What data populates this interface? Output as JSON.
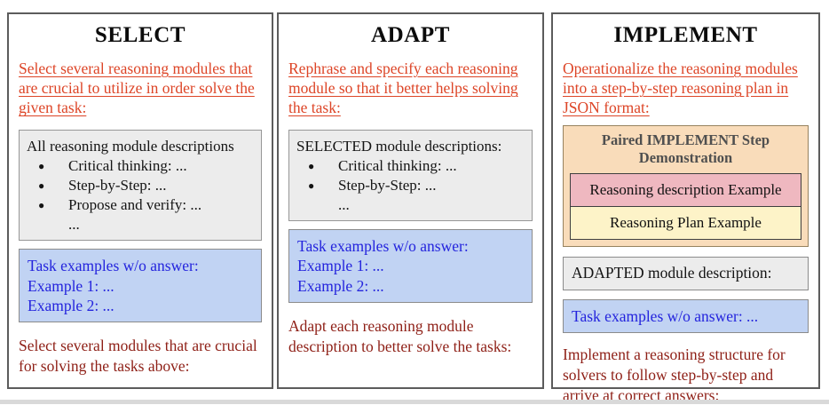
{
  "colors": {
    "panel_border": "#5c5c5c",
    "instruction_red": "#dd4527",
    "footer_maroon": "#8e1f16",
    "gray_box_bg": "#ececec",
    "blue_box_bg": "#c1d3f3",
    "blue_text": "#2424dd",
    "demo_box_bg": "#f9dcba",
    "demo_title_text": "#4f4f4f",
    "pink_box_bg": "#efb8c0",
    "yellow_box_bg": "#fdf3c8"
  },
  "panels": {
    "select": {
      "title": "SELECT",
      "instruction": "Select several reasoning modules that are crucial to utilize in order solve the given task:",
      "modules_box": {
        "title": "All reasoning module descriptions",
        "bullets": [
          "Critical thinking: ...",
          "Step-by-Step: ...",
          "Propose and verify: ..."
        ],
        "ellipsis": "..."
      },
      "task_box": {
        "lines": [
          "Task examples w/o answer:",
          "Example 1: ...",
          "Example 2: ..."
        ]
      },
      "footer": "Select several modules that are crucial for solving the tasks above:"
    },
    "adapt": {
      "title": "ADAPT",
      "instruction": "Rephrase and specify each reasoning module so that it better helps solving the task:",
      "modules_box": {
        "title": "SELECTED module descriptions:",
        "bullets": [
          "Critical thinking: ...",
          "Step-by-Step: ..."
        ],
        "ellipsis": "..."
      },
      "task_box": {
        "lines": [
          "Task examples w/o answer:",
          "Example 1: ...",
          "Example 2: ..."
        ]
      },
      "footer": "Adapt each reasoning module description to better solve the tasks:"
    },
    "implement": {
      "title": "IMPLEMENT",
      "instruction": "Operationalize the reasoning modules into a step-by-step reasoning plan in JSON format:",
      "demo_box": {
        "title": "Paired IMPLEMENT Step Demonstration",
        "description_example": "Reasoning description Example",
        "plan_example": "Reasoning Plan Example"
      },
      "adapted_box": "ADAPTED module description:",
      "task_box": "Task examples w/o answer: ...",
      "footer": "Implement a reasoning structure for solvers to follow step-by-step and arrive at correct answers:"
    }
  }
}
